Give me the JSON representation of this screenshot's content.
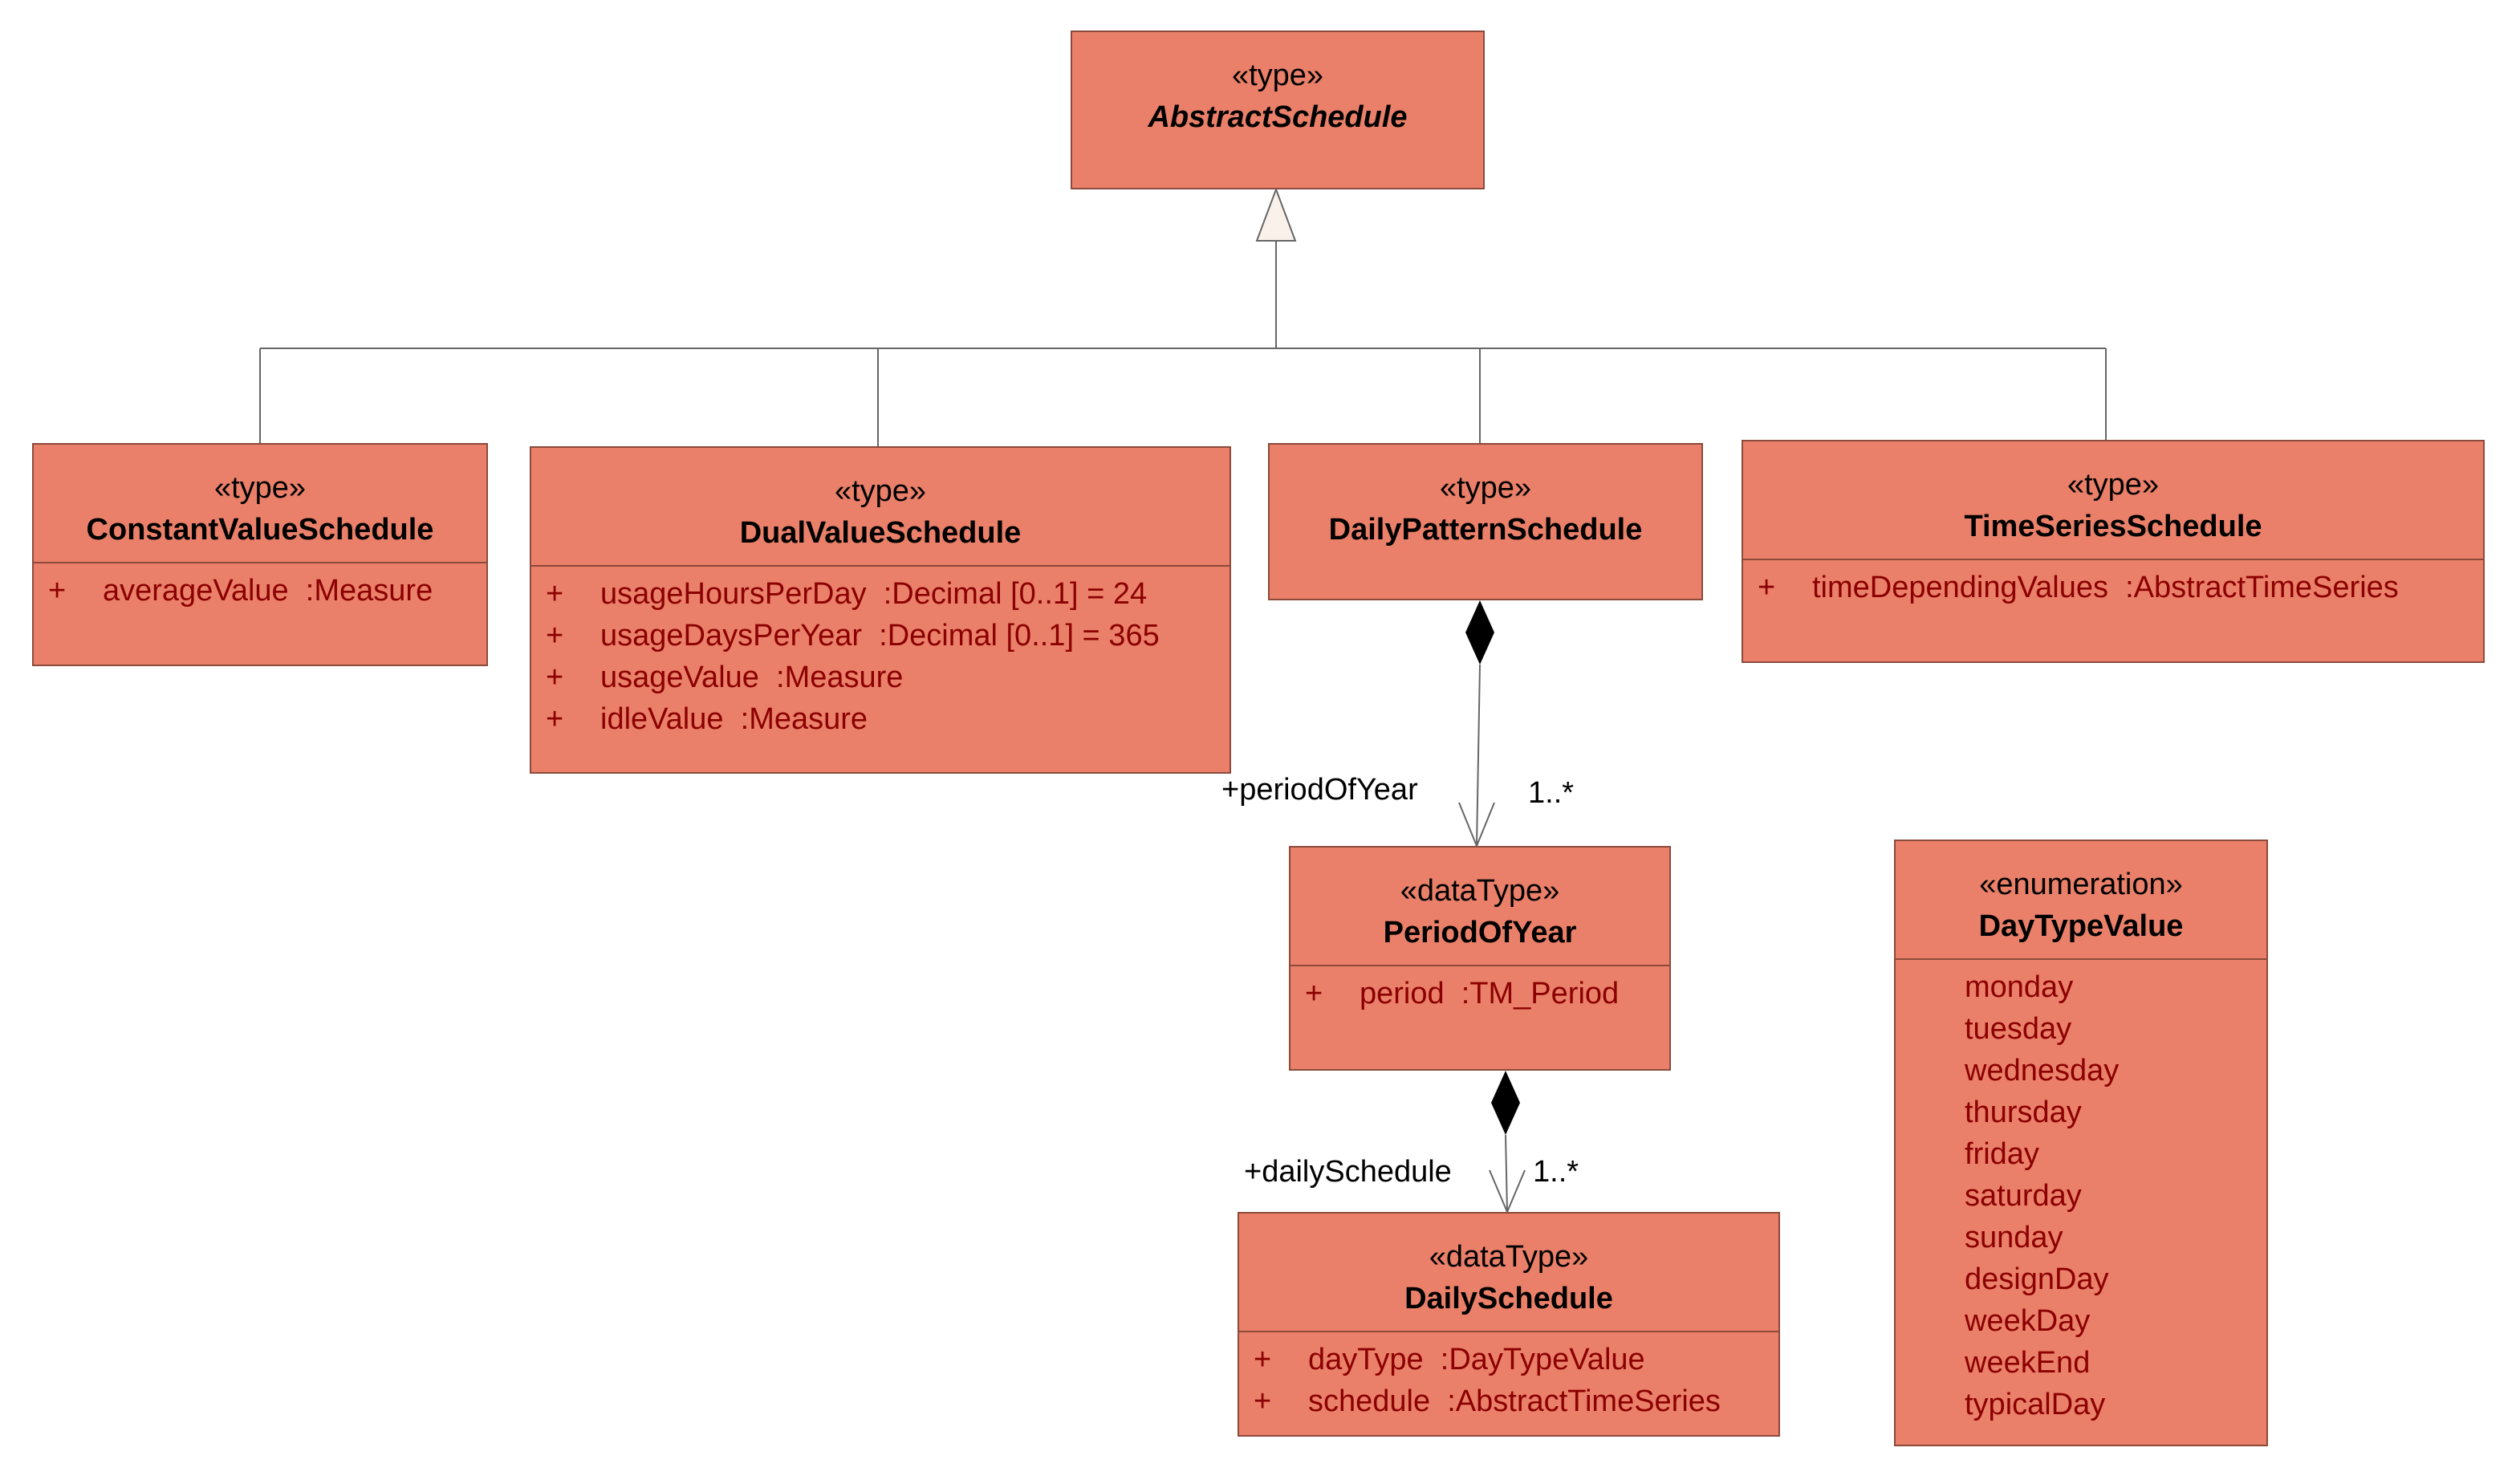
{
  "classes": {
    "abstract_schedule": {
      "stereotype": "«type»",
      "name": "AbstractSchedule"
    },
    "constant_value_schedule": {
      "stereotype": "«type»",
      "name": "ConstantValueSchedule",
      "attributes": [
        {
          "vis": "+",
          "text": "averageValue  :Measure"
        }
      ]
    },
    "dual_value_schedule": {
      "stereotype": "«type»",
      "name": "DualValueSchedule",
      "attributes": [
        {
          "vis": "+",
          "text": "usageHoursPerDay  :Decimal [0..1] = 24"
        },
        {
          "vis": "+",
          "text": "usageDaysPerYear  :Decimal [0..1] = 365"
        },
        {
          "vis": "+",
          "text": "usageValue  :Measure"
        },
        {
          "vis": "+",
          "text": "idleValue  :Measure"
        }
      ]
    },
    "daily_pattern_schedule": {
      "stereotype": "«type»",
      "name": "DailyPatternSchedule"
    },
    "time_series_schedule": {
      "stereotype": "«type»",
      "name": "TimeSeriesSchedule",
      "attributes": [
        {
          "vis": "+",
          "text": "timeDependingValues  :AbstractTimeSeries"
        }
      ]
    },
    "period_of_year": {
      "stereotype": "«dataType»",
      "name": "PeriodOfYear",
      "attributes": [
        {
          "vis": "+",
          "text": "period  :TM_Period"
        }
      ]
    },
    "daily_schedule": {
      "stereotype": "«dataType»",
      "name": "DailySchedule",
      "attributes": [
        {
          "vis": "+",
          "text": "dayType  :DayTypeValue"
        },
        {
          "vis": "+",
          "text": "schedule  :AbstractTimeSeries"
        }
      ]
    },
    "day_type_value": {
      "stereotype": "«enumeration»",
      "name": "DayTypeValue",
      "literals": [
        "monday",
        "tuesday",
        "wednesday",
        "thursday",
        "friday",
        "saturday",
        "sunday",
        "designDay",
        "weekDay",
        "weekEnd",
        "typicalDay"
      ]
    }
  },
  "associations": {
    "period_of_year": {
      "role": "+periodOfYear",
      "multiplicity": "1..*"
    },
    "daily_schedule": {
      "role": "+dailySchedule",
      "multiplicity": "1..*"
    }
  },
  "colors": {
    "box_fill": "#EA8069",
    "box_border": "#8c4a3c",
    "attribute_text": "#8B0000",
    "line": "#666666"
  }
}
